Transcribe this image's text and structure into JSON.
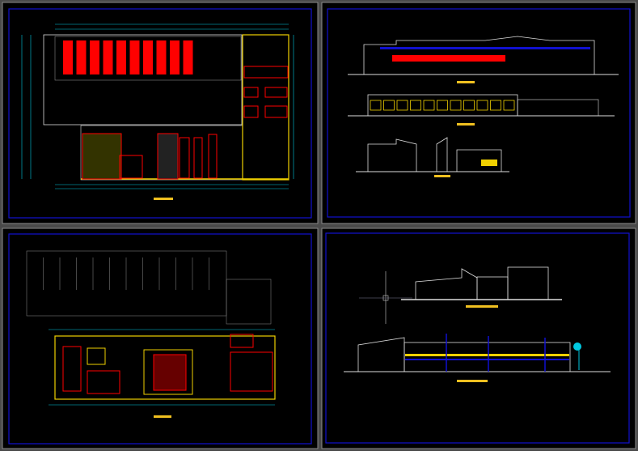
{
  "viewports": [
    {
      "id": "floor-plan-upper",
      "content": "plan"
    },
    {
      "id": "elevations-sections",
      "content": "elevations"
    },
    {
      "id": "floor-plan-lower",
      "content": "plan"
    },
    {
      "id": "elevations-front",
      "content": "elevations"
    }
  ],
  "colors": {
    "background": "#000000",
    "viewport_border": "#8a8a8a",
    "sheet_frame": "#1010d0",
    "walls": "#e8e8e8",
    "furniture": "#ff0000",
    "structure": "#f0d000",
    "dimensions": "#00c8e0"
  }
}
